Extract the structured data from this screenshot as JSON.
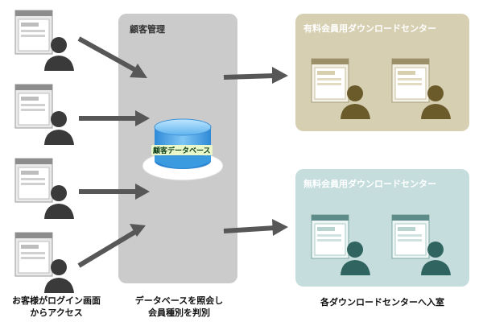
{
  "center_panel": {
    "title": "顧客管理"
  },
  "database": {
    "label": "顧客データベース"
  },
  "paid_center": {
    "title": "有料会員用ダウンロードセンター",
    "bg": "#d6cfb2",
    "title_color": "#ffffff",
    "person_color": "#6b5a2a"
  },
  "free_center": {
    "title": "無料会員用ダウンロードセンター",
    "bg": "#c5dedd",
    "title_color": "#ffffff",
    "person_color": "#2f6460"
  },
  "captions": {
    "left_line1": "お客様がログイン画面",
    "left_line2": "からアクセス",
    "center_line1": "データベースを照会し",
    "center_line2": "会員種別を判別",
    "right": "各ダウンロードセンターへ入室"
  },
  "colors": {
    "arrow": "#575757",
    "panel_gray": "#cbcbcb",
    "person_dark": "#3a3a3a",
    "db_blue": "#3a9be0"
  }
}
